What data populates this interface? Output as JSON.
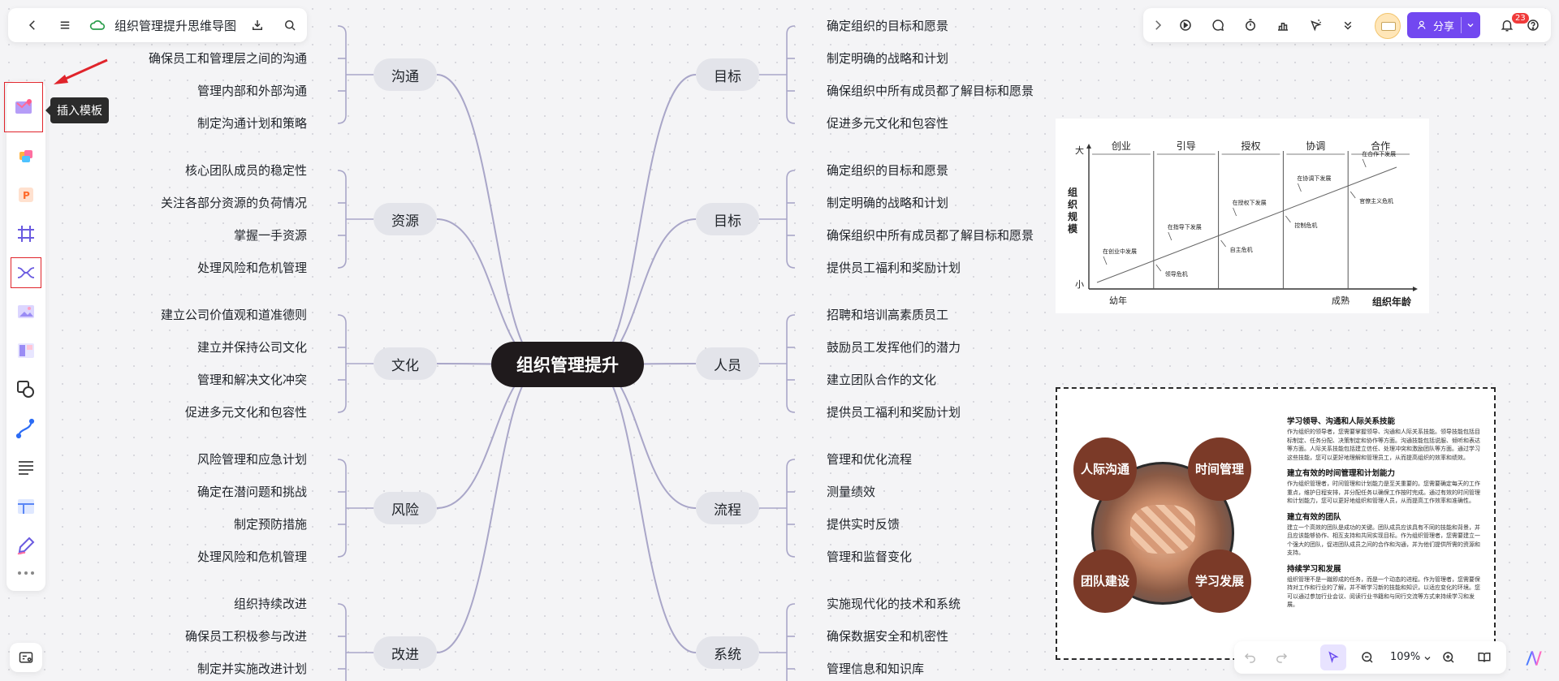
{
  "header": {
    "doc_title": "组织管理提升思维导图"
  },
  "left_toolbar": {
    "tooltip": "插入模板"
  },
  "top_right": {
    "share_label": "分享",
    "notification_count": "23"
  },
  "mindmap": {
    "root": "组织管理提升",
    "left": [
      {
        "label": "沟通",
        "items": [
          "",
          "确保员工和管理层之间的沟通",
          "管理内部和外部沟通",
          "制定沟通计划和策略"
        ]
      },
      {
        "label": "资源",
        "items": [
          "核心团队成员的稳定性",
          "关注各部分资源的负荷情况",
          "掌握一手资源",
          "处理风险和危机管理"
        ]
      },
      {
        "label": "文化",
        "items": [
          "建立公司价值观和道准德则",
          "建立并保持公司文化",
          "管理和解决文化冲突",
          "促进多元文化和包容性"
        ]
      },
      {
        "label": "风险",
        "items": [
          "风险管理和应急计划",
          "确定在潜问题和挑战",
          "制定预防措施",
          "处理风险和危机管理"
        ]
      },
      {
        "label": "改进",
        "items": [
          "组织持续改进",
          "确保员工积极参与改进",
          "制定并实施改进计划",
          ""
        ]
      }
    ],
    "right": [
      {
        "label": "目标",
        "items": [
          "确定组织的目标和愿景",
          "制定明确的战略和计划",
          "确保组织中所有成员都了解目标和愿景",
          "促进多元文化和包容性"
        ]
      },
      {
        "label": "目标",
        "items": [
          "确定组织的目标和愿景",
          "制定明确的战略和计划",
          "确保组织中所有成员都了解目标和愿景",
          "提供员工福利和奖励计划"
        ]
      },
      {
        "label": "人员",
        "items": [
          "招聘和培训高素质员工",
          "鼓励员工发挥他们的潜力",
          "建立团队合作的文化",
          "提供员工福利和奖励计划"
        ]
      },
      {
        "label": "流程",
        "items": [
          "管理和优化流程",
          "测量绩效",
          "提供实时反馈",
          "管理和监督变化"
        ]
      },
      {
        "label": "系统",
        "items": [
          "实施现代化的技术和系统",
          "确保数据安全和机密性",
          "管理信息和知识库",
          ""
        ]
      }
    ]
  },
  "chart_data": {
    "type": "line",
    "stages": [
      "创业",
      "引导",
      "授权",
      "协调",
      "合作"
    ],
    "ylabel": "组织规模",
    "xlabel": "组织年龄",
    "y_top": "大",
    "y_bottom": "小",
    "x_start": "幼年",
    "x_end": "成熟",
    "growth_labels": [
      "在创业中发展",
      "在指导下发展",
      "在授权下发展",
      "在协调下发展",
      "在合作下发展"
    ],
    "crisis_labels": [
      "领导危机",
      "自主危机",
      "控制危机",
      "官僚主义危机"
    ]
  },
  "info_card": {
    "circles": [
      "人际沟通",
      "时间管理",
      "团队建设",
      "学习发展"
    ],
    "sections": [
      {
        "title": "学习领导、沟通和人际关系技能",
        "body": "作为组织的领导者，您需要掌握领导、沟通和人际关系技能。领导技能包括目标制定、任务分配、决策制定和协作等方面。沟通技能包括说服、倾听和表达等方面。人际关系技能包括建立信任、处理冲突和激励团队等方面。通过学习这些技能，您可以更好地理解和管理员工，从而提高组织的效率和绩效。"
      },
      {
        "title": "建立有效的时间管理和计划能力",
        "body": "作为组织管理者，时间管理和计划能力是至关重要的。您需要确定每天的工作重点，维护日程安排，并分配任务以确保工作按时完成。通过有效的时间管理和计划能力，您可以更好地组织和管理人员，从而提高工作效率和准确性。"
      },
      {
        "title": "建立有效的团队",
        "body": "建立一个高效的团队是成功的关键。团队成员应该具有不同的技能和背景，并且应该能够协作、相互支持和共同实现目标。作为组织管理者，您需要建立一个强大的团队，促进团队成员之间的合作和沟通，并为他们提供所需的资源和支持。"
      },
      {
        "title": "持续学习和发展",
        "body": "组织管理不是一蹴即成的任务，而是一个动态的进程。作为管理者，您需要保持对工作和行业的了解，并不断学习新的技能和知识，以适应变化的环境。您可以通过参加行业会议、阅读行业书籍和与同行交流等方式来持续学习和发展。"
      }
    ]
  },
  "zoom": {
    "level": "109%"
  }
}
